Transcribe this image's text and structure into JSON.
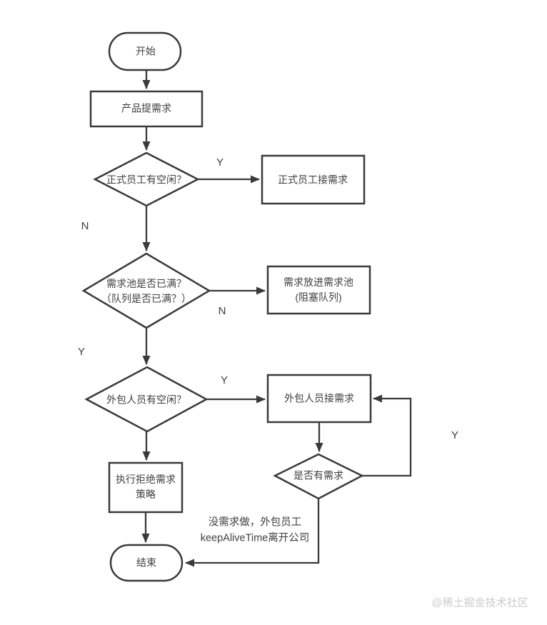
{
  "flowchart": {
    "nodes": {
      "start": {
        "label": "开始"
      },
      "raise_requirement": {
        "label": "产品提需求"
      },
      "decision_formal_free": {
        "label": "正式员工有空闲？"
      },
      "formal_take": {
        "label": "正式员工接需求"
      },
      "decision_pool_full": {
        "label": "需求池是否已满？\n（队列是否已满？）"
      },
      "put_in_pool": {
        "label": "需求放进需求池\n(阻塞队列)"
      },
      "decision_outsource_free": {
        "label": "外包人员有空闲？"
      },
      "outsource_take": {
        "label": "外包人员接需求"
      },
      "decision_has_requirement": {
        "label": "是否有需求"
      },
      "reject_policy": {
        "label": "执行拒绝需求\n策略"
      },
      "end": {
        "label": "结束"
      }
    },
    "edge_labels": {
      "formal_free_yes": "Y",
      "formal_free_no": "N",
      "pool_full_no": "N",
      "pool_full_yes": "Y",
      "outsource_free_yes": "Y",
      "has_requirement_yes": "Y",
      "leave_note": "没需求做，外包员工\nkeepAliveTime离开公司"
    },
    "colors": {
      "line": "#3a3a3a",
      "node_fill": "#ffffff",
      "text": "#3f3f3f",
      "watermark": "#cbcbcb",
      "background": "#ffffff"
    }
  },
  "watermark": {
    "text": "@稀土掘金技术社区"
  }
}
